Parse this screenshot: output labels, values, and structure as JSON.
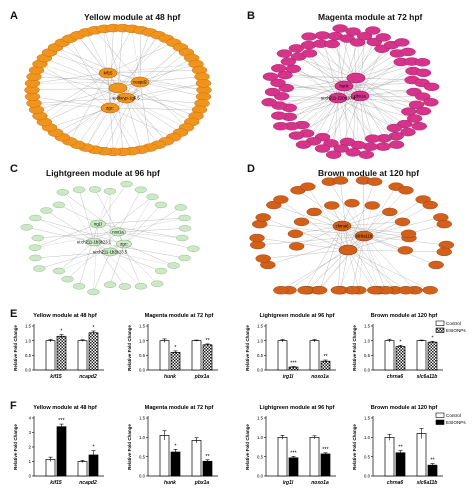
{
  "panels": {
    "A": {
      "letter": "A",
      "title": "Yellow module at 48 hpf"
    },
    "B": {
      "letter": "B",
      "title": "Magenta module at 72 hpf"
    },
    "C": {
      "letter": "C",
      "title": "Lightgreen  module at 96 hpf"
    },
    "D": {
      "letter": "D",
      "title": "Brown module at 120 hpf"
    },
    "E": {
      "letter": "E"
    },
    "F": {
      "letter": "F"
    }
  },
  "networks": [
    {
      "id": "A",
      "color": "#f0941e",
      "stroke": "#b86a10",
      "hubs": [
        "kif15",
        "ncapd2",
        "si:dkeyp-1g6.5",
        "zgc:"
      ],
      "node_count": 58
    },
    {
      "id": "B",
      "color": "#d6338a",
      "stroke": "#9a1f62",
      "hubs": [
        "hunk",
        "pbx1a",
        "si:ch211-220e10.4"
      ],
      "node_count": 78
    },
    {
      "id": "C",
      "color": "#cde8c6",
      "stroke": "#7fae74",
      "hubs": [
        "irg1l",
        "nox1a",
        "si:ch211-1b3b23.1",
        "zgc:",
        "si:ch211-1b3b23.5"
      ],
      "node_count": 32
    },
    {
      "id": "D",
      "color": "#d2601a",
      "stroke": "#8e3c0c",
      "hubs": [
        "chrna6",
        "slc6a11b"
      ],
      "node_count": 52
    }
  ],
  "legend": {
    "control": "Control",
    "esionps": "ESIONPs"
  },
  "chart_data": [
    {
      "type": "bar",
      "panel": "E",
      "title": "Yellow module at 48 hpf",
      "ylabel": "Relative Fold Change",
      "ylim": [
        0,
        1.5
      ],
      "yticks": [
        "0.0",
        "0.5",
        "1.0",
        "1.5"
      ],
      "categories": [
        "kif15",
        "ncapd2"
      ],
      "series": [
        {
          "name": "Control",
          "values": [
            1.0,
            1.0
          ],
          "err": [
            0.04,
            0.03
          ]
        },
        {
          "name": "ESIONPs",
          "values": [
            1.15,
            1.27
          ],
          "err": [
            0.06,
            0.06
          ]
        }
      ],
      "significance": [
        "*",
        "*"
      ]
    },
    {
      "type": "bar",
      "panel": "E",
      "title": "Magenta module at 72 hpf",
      "ylabel": "Relative Fold Change",
      "ylim": [
        0,
        1.5
      ],
      "yticks": [
        "0.0",
        "0.5",
        "1.0",
        "1.5"
      ],
      "categories": [
        "hunk",
        "pbx1a"
      ],
      "series": [
        {
          "name": "Control",
          "values": [
            1.0,
            1.0
          ],
          "err": [
            0.06,
            0.02
          ]
        },
        {
          "name": "ESIONPs",
          "values": [
            0.6,
            0.86
          ],
          "err": [
            0.05,
            0.03
          ]
        }
      ],
      "significance": [
        "*",
        "**"
      ]
    },
    {
      "type": "bar",
      "panel": "E",
      "title": "Lightgreen  module at 96 hpf",
      "ylabel": "Relative Fold Change",
      "ylim": [
        0,
        1.5
      ],
      "yticks": [
        "0.0",
        "0.5",
        "1.0",
        "1.5"
      ],
      "categories": [
        "irg1l",
        "noxo1a"
      ],
      "series": [
        {
          "name": "Control",
          "values": [
            1.0,
            1.0
          ],
          "err": [
            0.04,
            0.04
          ]
        },
        {
          "name": "ESIONPs",
          "values": [
            0.1,
            0.3
          ],
          "err": [
            0.02,
            0.04
          ]
        }
      ],
      "significance": [
        "***",
        "**"
      ]
    },
    {
      "type": "bar",
      "panel": "E",
      "title": "Brown module at 120 hpf",
      "ylabel": "Relative Fold Change",
      "ylim": [
        0,
        1.5
      ],
      "yticks": [
        "0.0",
        "0.5",
        "1.0",
        "1.5"
      ],
      "categories": [
        "chrna6",
        "slc6a11b"
      ],
      "series": [
        {
          "name": "Control",
          "values": [
            1.0,
            1.0
          ],
          "err": [
            0.05,
            0.02
          ]
        },
        {
          "name": "ESIONPs",
          "values": [
            0.8,
            0.95
          ],
          "err": [
            0.04,
            0.03
          ]
        }
      ],
      "significance": [
        "*",
        "*"
      ]
    },
    {
      "type": "bar",
      "panel": "F",
      "title": "Yellow module at 48 hpf",
      "ylabel": "Relative Fold Change",
      "ylim": [
        0,
        4
      ],
      "yticks": [
        "0",
        "1",
        "2",
        "3",
        "4"
      ],
      "categories": [
        "kif15",
        "ncapd2"
      ],
      "series": [
        {
          "name": "Control",
          "values": [
            1.15,
            1.0
          ],
          "err": [
            0.15,
            0.08
          ]
        },
        {
          "name": "ESIONPs",
          "values": [
            3.4,
            1.45
          ],
          "err": [
            0.18,
            0.3
          ]
        }
      ],
      "significance": [
        "***",
        "*"
      ]
    },
    {
      "type": "bar",
      "panel": "F",
      "title": "Magenta module at 72 hpf",
      "ylabel": "Relative Fold Change",
      "ylim": [
        0,
        1.5
      ],
      "yticks": [
        "0.0",
        "0.5",
        "1.0",
        "1.5"
      ],
      "categories": [
        "hunk",
        "pbx1a"
      ],
      "series": [
        {
          "name": "Control",
          "values": [
            1.05,
            0.92
          ],
          "err": [
            0.12,
            0.07
          ]
        },
        {
          "name": "ESIONPs",
          "values": [
            0.62,
            0.38
          ],
          "err": [
            0.07,
            0.04
          ]
        }
      ],
      "significance": [
        "*",
        "**"
      ]
    },
    {
      "type": "bar",
      "panel": "F",
      "title": "Lightgreen  module at 96 hpf",
      "ylabel": "Relative Fold Change",
      "ylim": [
        0,
        1.5
      ],
      "yticks": [
        "0.0",
        "0.5",
        "1.0",
        "1.5"
      ],
      "categories": [
        "irg1l",
        "noxo1a"
      ],
      "series": [
        {
          "name": "Control",
          "values": [
            1.0,
            1.0
          ],
          "err": [
            0.05,
            0.04
          ]
        },
        {
          "name": "ESIONPs",
          "values": [
            0.47,
            0.57
          ],
          "err": [
            0.04,
            0.03
          ]
        }
      ],
      "significance": [
        "***",
        "***"
      ]
    },
    {
      "type": "bar",
      "panel": "F",
      "title": "Brown module at 120 hpf",
      "ylabel": "Relative Fold Change",
      "ylim": [
        0,
        1.5
      ],
      "yticks": [
        "0.0",
        "0.5",
        "1.0",
        "1.5"
      ],
      "categories": [
        "chrna6",
        "slc6a11b"
      ],
      "series": [
        {
          "name": "Control",
          "values": [
            1.0,
            1.1
          ],
          "err": [
            0.08,
            0.13
          ]
        },
        {
          "name": "ESIONPs",
          "values": [
            0.6,
            0.28
          ],
          "err": [
            0.06,
            0.04
          ]
        }
      ],
      "significance": [
        "**",
        "**"
      ]
    }
  ]
}
